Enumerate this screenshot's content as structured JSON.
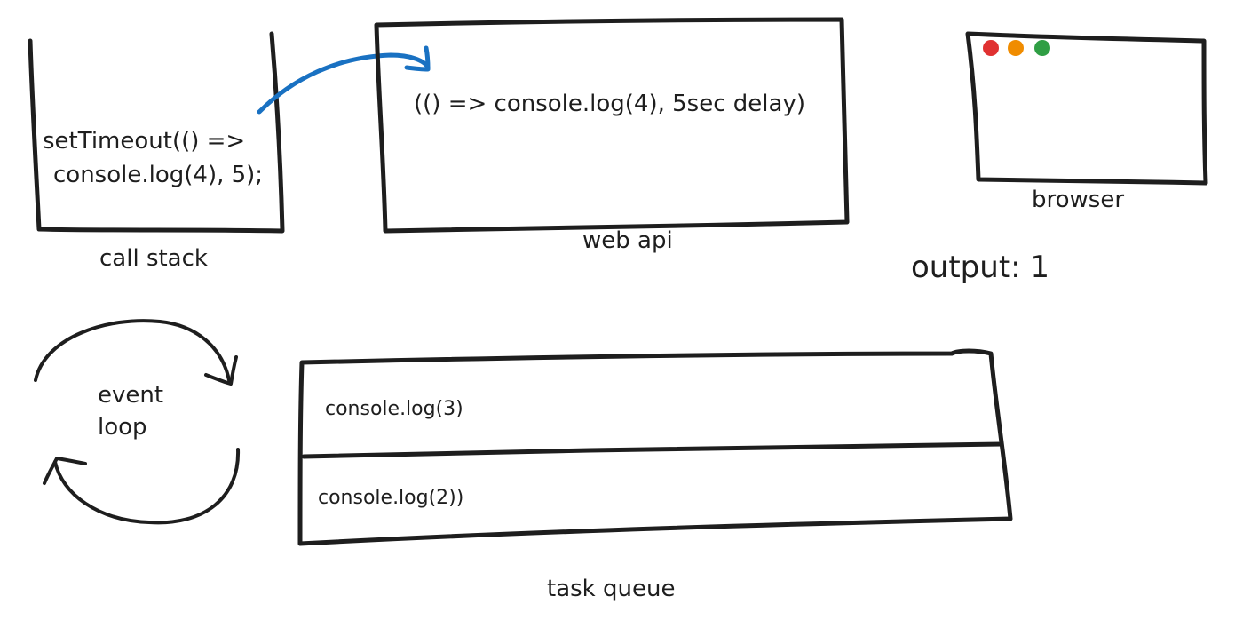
{
  "call_stack": {
    "caption": "call stack",
    "entry_line1": "setTimeout(() =>",
    "entry_line2": "console.log(4), 5);"
  },
  "web_api": {
    "caption": "web api",
    "entry": "(() => console.log(4), 5sec delay)"
  },
  "browser": {
    "caption": "browser",
    "dot_colors": [
      "#e03131",
      "#f08c00",
      "#2f9e44"
    ]
  },
  "output": {
    "text": "output: 1"
  },
  "event_loop": {
    "line1": "event",
    "line2": "loop"
  },
  "task_queue": {
    "caption": "task queue",
    "items": [
      "console.log(3)",
      "console.log(2))"
    ]
  },
  "colors": {
    "ink": "#1e1e1e",
    "arrow": "#1971c2"
  }
}
